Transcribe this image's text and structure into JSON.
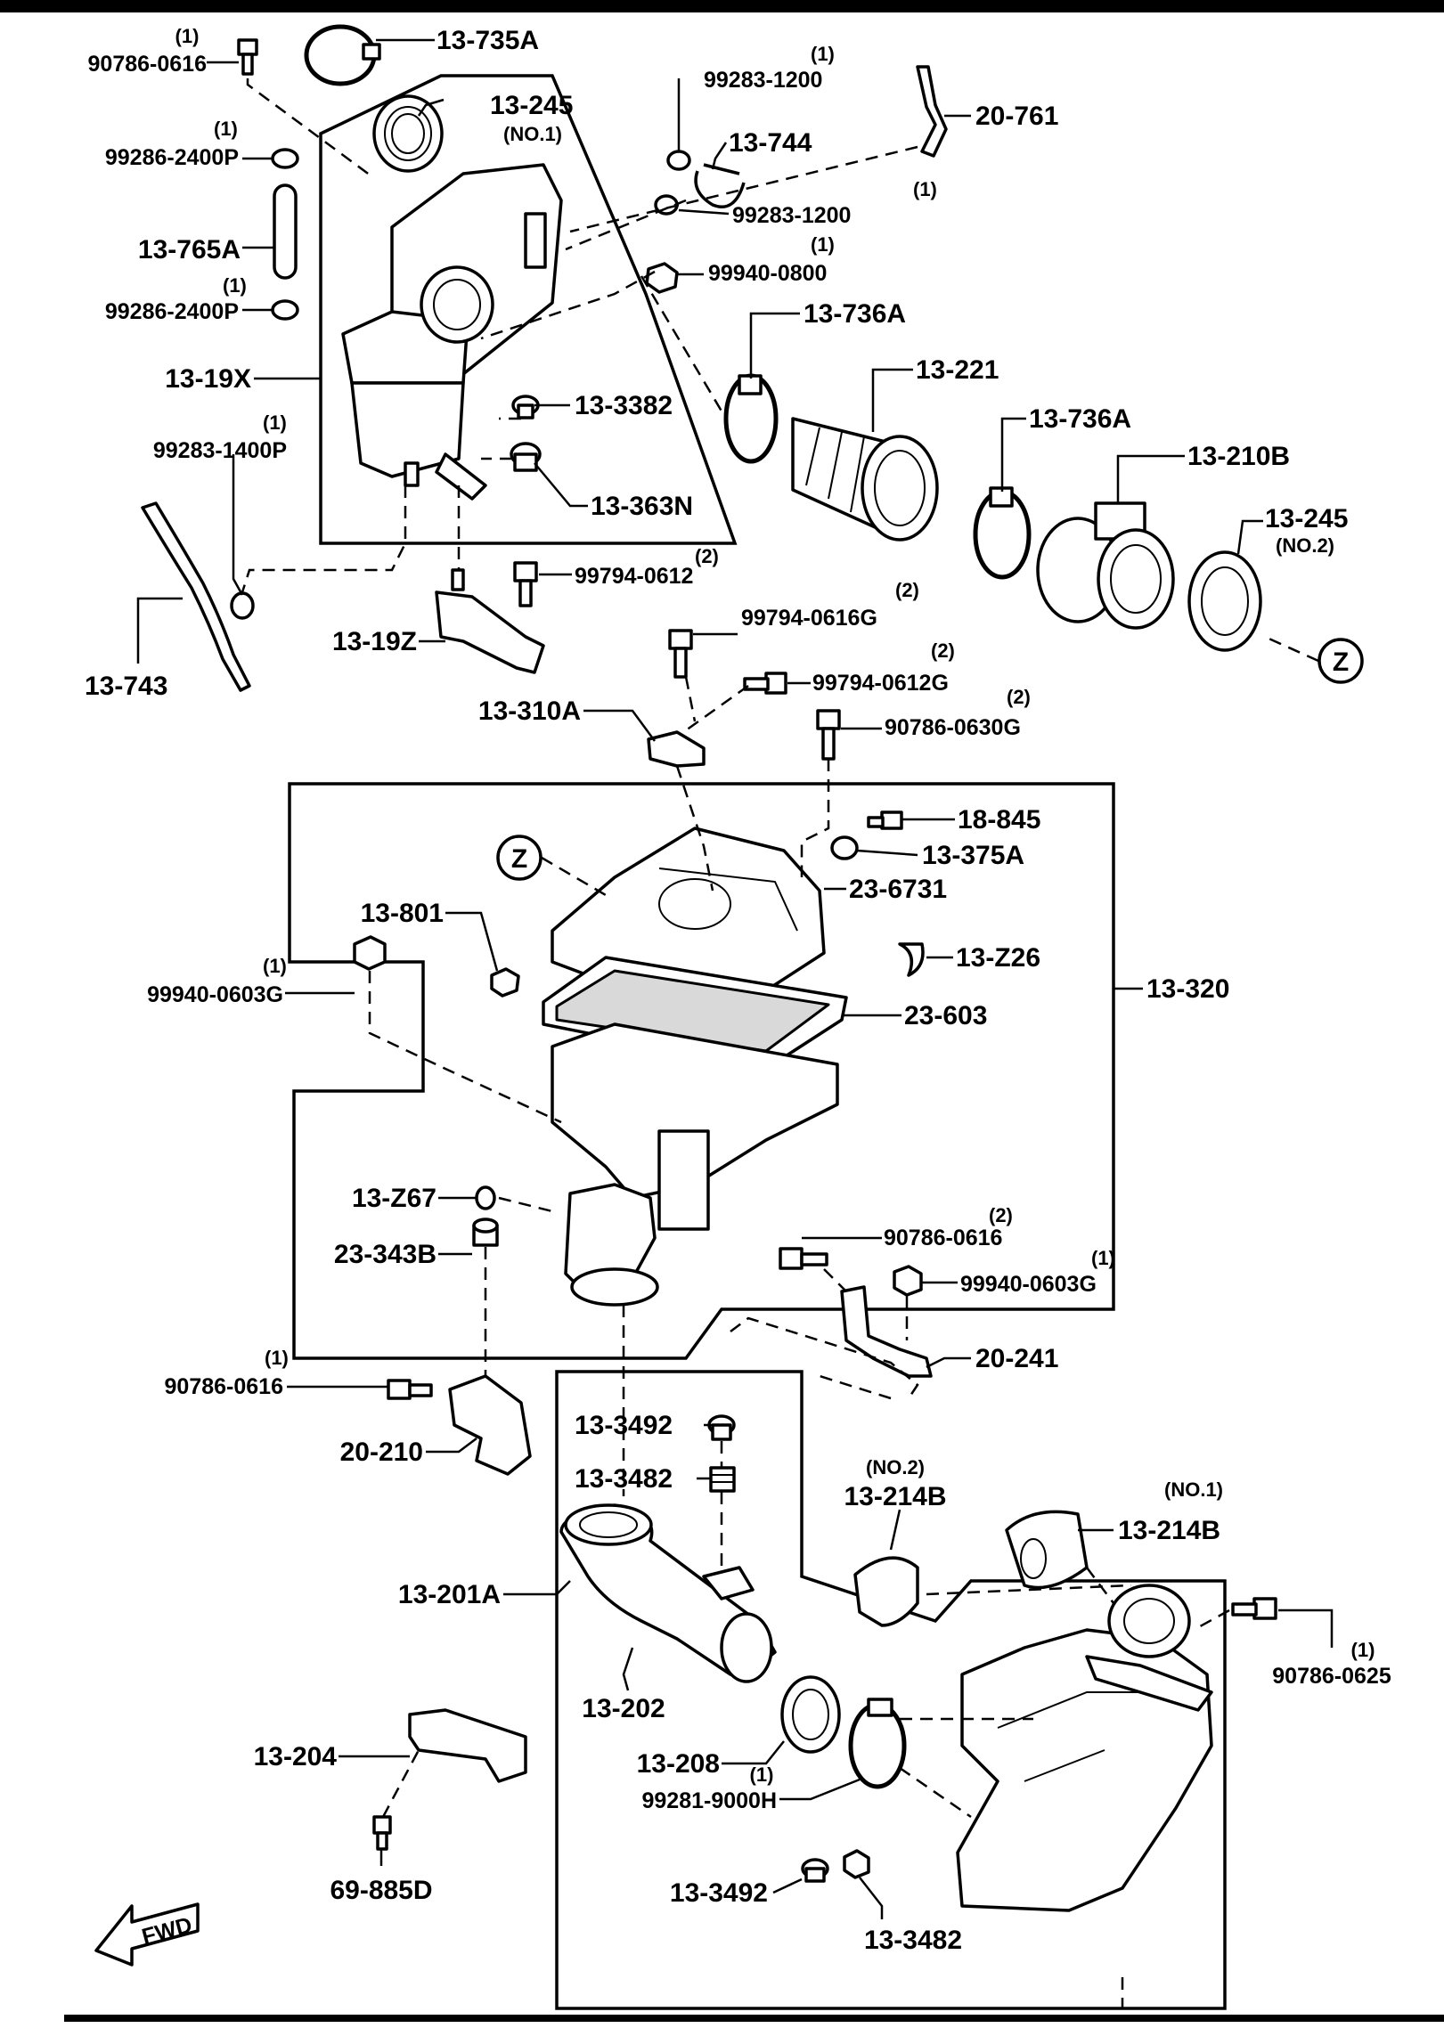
{
  "diagram": {
    "fwd_label": "FWD",
    "ref_marker": "Z",
    "callouts": [
      {
        "id": "90786-0616-top",
        "text": "90786-0616",
        "qty": "(1)"
      },
      {
        "id": "13-735A",
        "text": "13-735A",
        "qty": ""
      },
      {
        "id": "13-245-no1",
        "text": "13-245",
        "qty": "(NO.1)"
      },
      {
        "id": "99286-2400P-top",
        "text": "99286-2400P",
        "qty": "(1)"
      },
      {
        "id": "13-765A",
        "text": "13-765A",
        "qty": ""
      },
      {
        "id": "99286-2400P-bottom",
        "text": "99286-2400P",
        "qty": "(1)"
      },
      {
        "id": "13-19X",
        "text": "13-19X",
        "qty": ""
      },
      {
        "id": "99283-1400P",
        "text": "99283-1400P",
        "qty": "(1)"
      },
      {
        "id": "13-743",
        "text": "13-743",
        "qty": ""
      },
      {
        "id": "99283-1200-top",
        "text": "99283-1200",
        "qty": "(1)"
      },
      {
        "id": "13-744",
        "text": "13-744",
        "qty": ""
      },
      {
        "id": "20-761",
        "text": "20-761",
        "qty": ""
      },
      {
        "id": "99283-1200-mid",
        "text": "99283-1200",
        "qty": "(1)"
      },
      {
        "id": "99940-0800",
        "text": "99940-0800",
        "qty": "(1)"
      },
      {
        "id": "13-736A-left",
        "text": "13-736A",
        "qty": ""
      },
      {
        "id": "13-221",
        "text": "13-221",
        "qty": ""
      },
      {
        "id": "13-3382",
        "text": "13-3382",
        "qty": ""
      },
      {
        "id": "13-363N",
        "text": "13-363N",
        "qty": ""
      },
      {
        "id": "13-736A-right",
        "text": "13-736A",
        "qty": ""
      },
      {
        "id": "13-210B",
        "text": "13-210B",
        "qty": ""
      },
      {
        "id": "13-245-no2",
        "text": "13-245",
        "qty": "(NO.2)"
      },
      {
        "id": "99794-0612",
        "text": "99794-0612",
        "qty": "(2)"
      },
      {
        "id": "13-19Z",
        "text": "13-19Z",
        "qty": ""
      },
      {
        "id": "99794-0616G",
        "text": "99794-0616G",
        "qty": "(2)"
      },
      {
        "id": "99794-0612G",
        "text": "99794-0612G",
        "qty": "(2)"
      },
      {
        "id": "13-310A",
        "text": "13-310A",
        "qty": ""
      },
      {
        "id": "90786-0630G",
        "text": "90786-0630G",
        "qty": "(2)"
      },
      {
        "id": "18-845",
        "text": "18-845",
        "qty": ""
      },
      {
        "id": "13-375A",
        "text": "13-375A",
        "qty": ""
      },
      {
        "id": "23-6731",
        "text": "23-6731",
        "qty": ""
      },
      {
        "id": "13-801",
        "text": "13-801",
        "qty": ""
      },
      {
        "id": "13-Z26",
        "text": "13-Z26",
        "qty": ""
      },
      {
        "id": "13-320",
        "text": "13-320",
        "qty": ""
      },
      {
        "id": "99940-0603G-left",
        "text": "99940-0603G",
        "qty": "(1)"
      },
      {
        "id": "23-603",
        "text": "23-603",
        "qty": ""
      },
      {
        "id": "13-Z67",
        "text": "13-Z67",
        "qty": ""
      },
      {
        "id": "23-343B",
        "text": "23-343B",
        "qty": ""
      },
      {
        "id": "90786-0616-mid",
        "text": "90786-0616",
        "qty": "(2)"
      },
      {
        "id": "99940-0603G-right",
        "text": "99940-0603G",
        "qty": "(1)"
      },
      {
        "id": "20-241",
        "text": "20-241",
        "qty": ""
      },
      {
        "id": "90786-0616-low",
        "text": "90786-0616",
        "qty": "(1)"
      },
      {
        "id": "20-210",
        "text": "20-210",
        "qty": ""
      },
      {
        "id": "13-3492-top",
        "text": "13-3492",
        "qty": ""
      },
      {
        "id": "13-3482-top",
        "text": "13-3482",
        "qty": ""
      },
      {
        "id": "13-214B-no2",
        "text": "13-214B",
        "qty": "(NO.2)"
      },
      {
        "id": "13-214B-no1",
        "text": "13-214B",
        "qty": "(NO.1)"
      },
      {
        "id": "13-201A",
        "text": "13-201A",
        "qty": ""
      },
      {
        "id": "90786-0625",
        "text": "90786-0625",
        "qty": "(1)"
      },
      {
        "id": "13-202",
        "text": "13-202",
        "qty": ""
      },
      {
        "id": "13-204",
        "text": "13-204",
        "qty": ""
      },
      {
        "id": "13-208",
        "text": "13-208",
        "qty": ""
      },
      {
        "id": "99281-9000H",
        "text": "99281-9000H",
        "qty": "(1)"
      },
      {
        "id": "69-885D",
        "text": "69-885D",
        "qty": ""
      },
      {
        "id": "13-3492-bottom",
        "text": "13-3492",
        "qty": ""
      },
      {
        "id": "13-3482-bottom",
        "text": "13-3482",
        "qty": ""
      }
    ]
  }
}
